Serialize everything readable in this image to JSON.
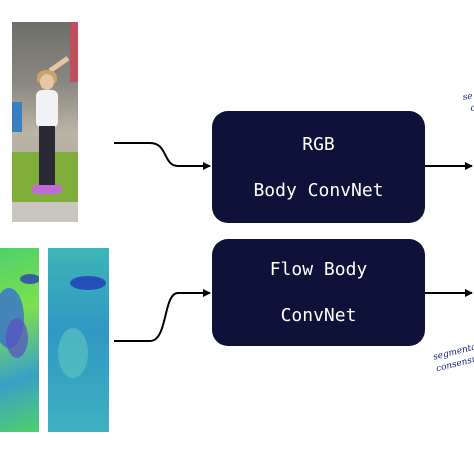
{
  "rgb_net": {
    "line1": "RGB",
    "line2": "Body ConvNet"
  },
  "flow_net": {
    "line1": "Flow Body",
    "line2": "ConvNet"
  },
  "annotations": {
    "top": {
      "line1": "se",
      "line2": "c"
    },
    "bottom": {
      "line1": "segmenta",
      "line2": "consensu"
    }
  },
  "colors": {
    "box_fill": "#0e1238",
    "box_text": "#ffffff",
    "arrow": "#000000",
    "annotation_text": "#1a2480"
  }
}
